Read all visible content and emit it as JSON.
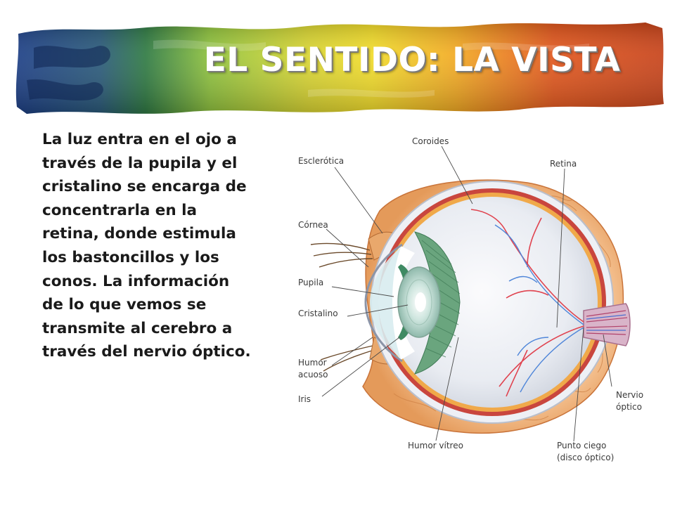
{
  "title": "EL SENTIDO: LA VISTA",
  "body_text": "La luz entra en el ojo a través de la pupila y el cristalino se encarga de concentrarla en la retina, donde estimula los bastoncillos y los conos. La información de lo que vemos se transmite al cerebro a través del nervio óptico.",
  "labels": {
    "coroides": "Coroides",
    "esclerotica": "Esclerótica",
    "retina": "Retina",
    "cornea": "Córnea",
    "pupila": "Pupila",
    "cristalino": "Cristalino",
    "humor_acuoso_1": "Humor",
    "humor_acuoso_2": "acuoso",
    "iris": "Iris",
    "nervio_optico_1": "Nervio",
    "nervio_optico_2": "óptico",
    "humor_vitreo": "Humor vítreo",
    "punto_ciego_1": "Punto ciego",
    "punto_ciego_2": "(disco óptico)"
  },
  "colors": {
    "banner": [
      "#1d3f86",
      "#2f7a43",
      "#8fc23d",
      "#f2dc2a",
      "#f2a922",
      "#e2571d",
      "#c7431a"
    ],
    "title_text": "#ffffff"
  }
}
